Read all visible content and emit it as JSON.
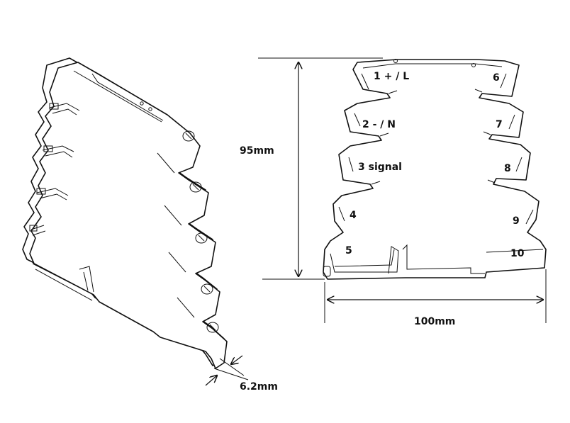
{
  "dimensions": {
    "height": "95mm",
    "width": "100mm",
    "thickness": "6.2mm"
  },
  "terminals": {
    "t1": "1 + / L",
    "t2": "2 - / N",
    "t3": "3 signal",
    "t4": "4",
    "t5": "5",
    "t6": "6",
    "t7": "7",
    "t8": "8",
    "t9": "9",
    "t10": "10"
  }
}
